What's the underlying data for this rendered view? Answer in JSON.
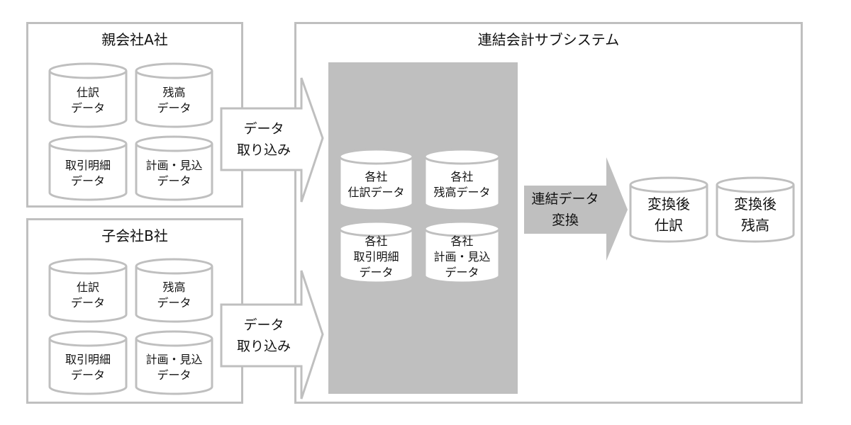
{
  "parent": {
    "title": "親会社A社",
    "items": [
      [
        "仕訳",
        "データ"
      ],
      [
        "残高",
        "データ"
      ],
      [
        "取引明細",
        "データ"
      ],
      [
        "計画・見込",
        "データ"
      ]
    ]
  },
  "child": {
    "title": "子会社B社",
    "items": [
      [
        "仕訳",
        "データ"
      ],
      [
        "残高",
        "データ"
      ],
      [
        "取引明細",
        "データ"
      ],
      [
        "計画・見込",
        "データ"
      ]
    ]
  },
  "import_arrow": [
    "データ",
    "取り込み"
  ],
  "subsystem": {
    "title": "連結会計サブシステム",
    "staging": [
      [
        "各社",
        "仕訳データ"
      ],
      [
        "各社",
        "残高データ"
      ],
      [
        "各社",
        "取引明細",
        "データ"
      ],
      [
        "各社",
        "計画・見込",
        "データ"
      ]
    ],
    "convert_arrow": [
      "連結データ",
      "変換"
    ],
    "outputs": [
      [
        "変換後",
        "仕訳"
      ],
      [
        "変換後",
        "残高"
      ]
    ]
  },
  "colors": {
    "stroke": "#bfbfbf",
    "staging_fill": "#bfbfbf"
  }
}
